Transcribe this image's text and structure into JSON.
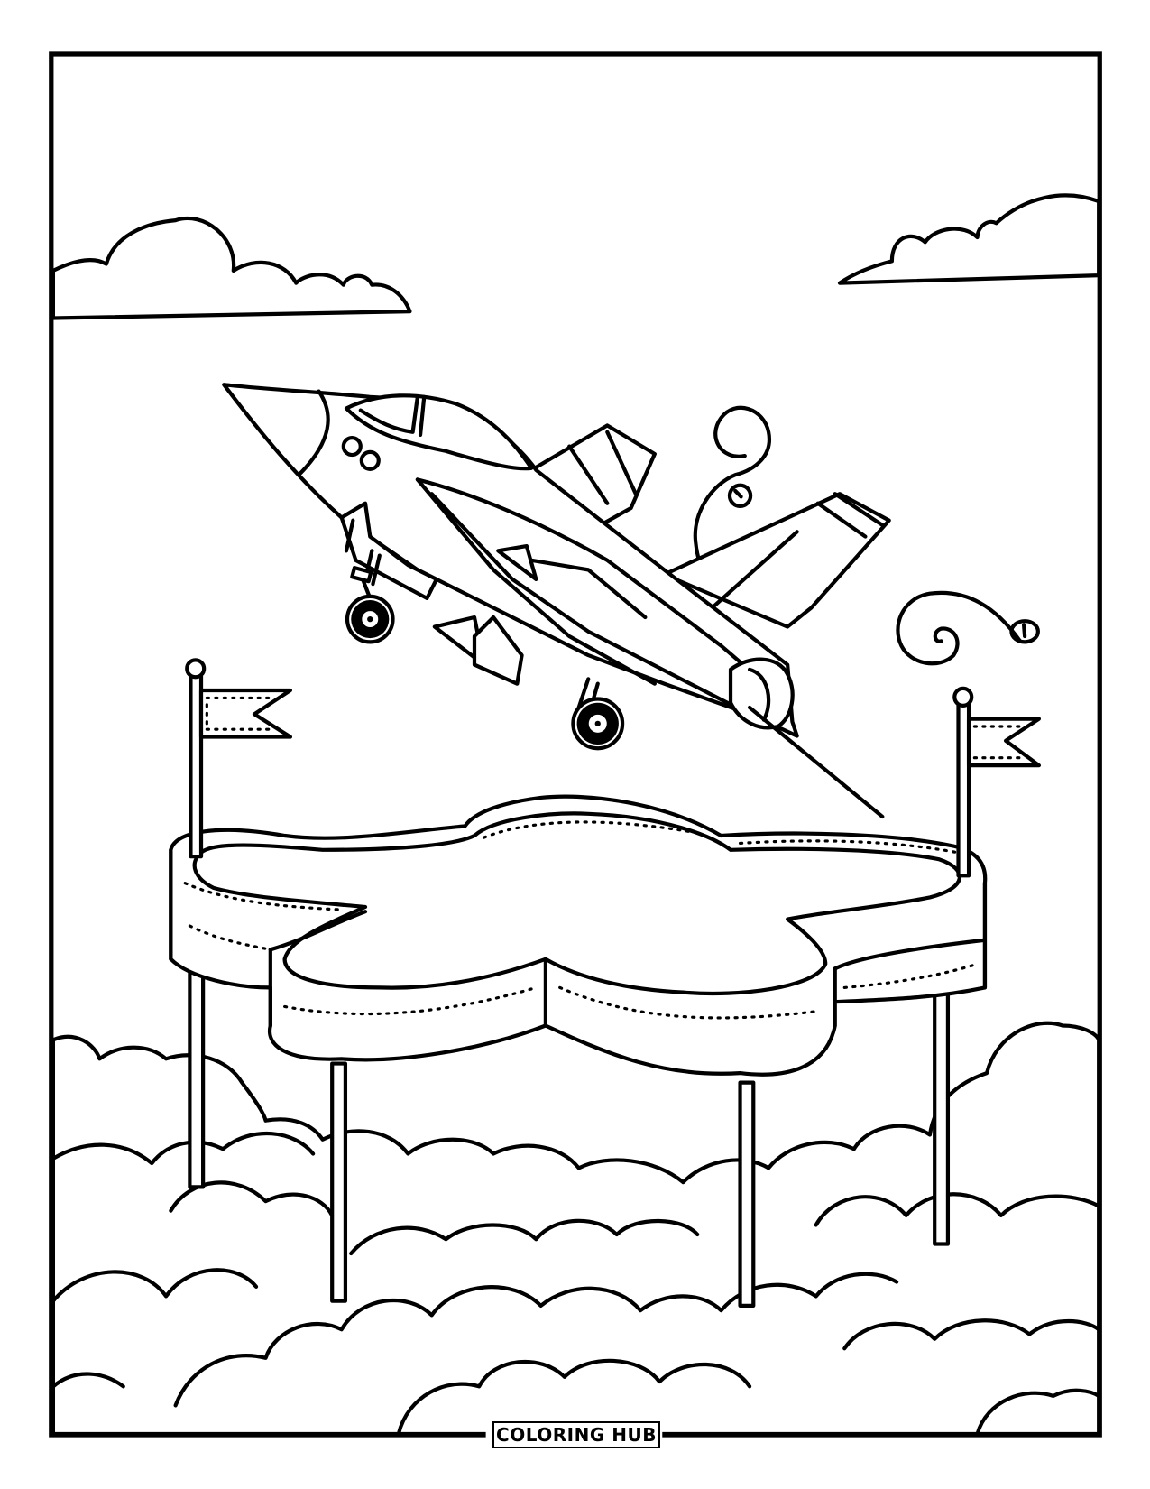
{
  "page": {
    "type": "coloring-page",
    "subject": "fighter jet taking off above a cloud-shaped platform with flags",
    "background_color": "#ffffff",
    "line_color": "#000000"
  },
  "branding": {
    "label": "COLORING HUB"
  },
  "illustration": {
    "elements": [
      "frame-border",
      "cloud-top-left",
      "cloud-top-right",
      "fighter-jet",
      "jet-wheel-front",
      "jet-wheel-rear",
      "swirl-upper",
      "swirl-right",
      "platform",
      "flag-left",
      "flag-right",
      "cloud-bank-bottom"
    ]
  }
}
